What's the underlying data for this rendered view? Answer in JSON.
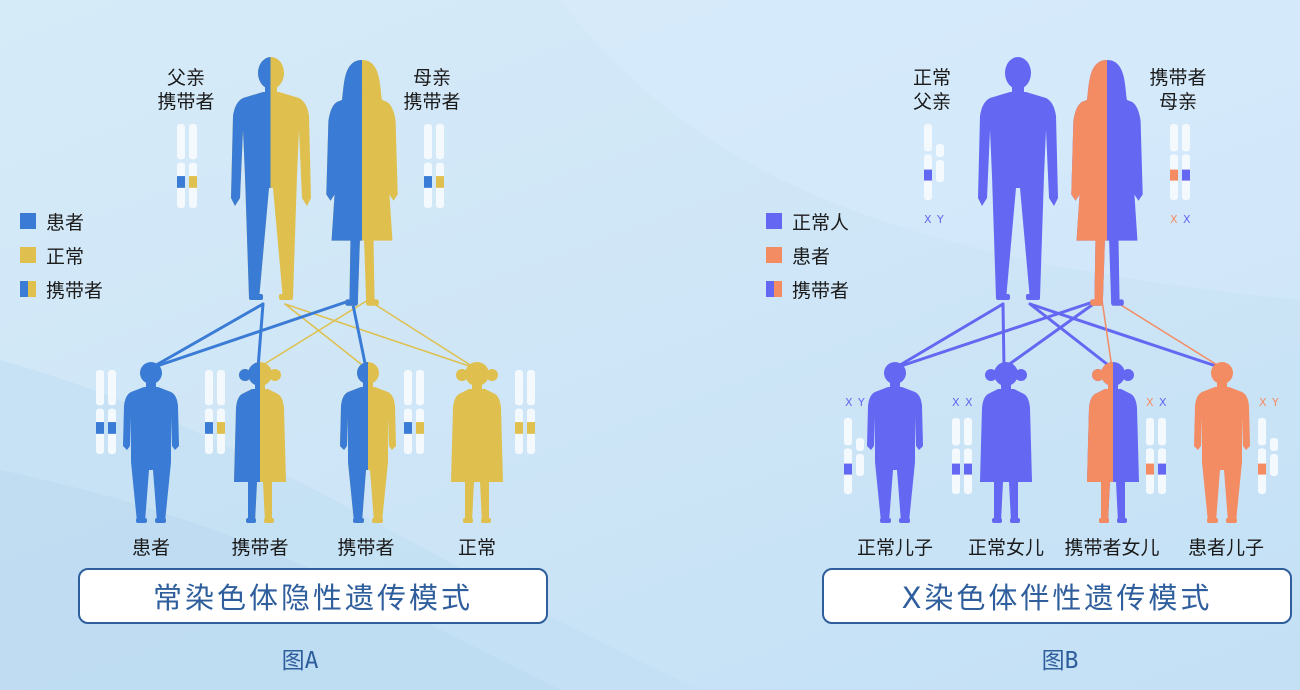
{
  "colors": {
    "affected_a": "#3a7bd5",
    "normal_a": "#dfc04f",
    "normal_b": "#6467f2",
    "affected_b": "#f48c63",
    "accent": "#2f5e9c"
  },
  "panel_a": {
    "father_label_1": "父亲",
    "father_label_2": "携带者",
    "mother_label_1": "母亲",
    "mother_label_2": "携带者",
    "legend": [
      {
        "label": "患者",
        "swatch": "affected"
      },
      {
        "label": "正常",
        "swatch": "normal"
      },
      {
        "label": "携带者",
        "swatch": "carrier"
      }
    ],
    "children": [
      {
        "label": "患者",
        "type": "boy",
        "fill": "affected"
      },
      {
        "label": "携带者",
        "type": "girl",
        "fill": "carrier"
      },
      {
        "label": "携带者",
        "type": "boy",
        "fill": "carrier"
      },
      {
        "label": "正常",
        "type": "girl",
        "fill": "normal"
      }
    ],
    "title": "常染色体隐性遗传模式",
    "fig_label": "图A"
  },
  "panel_b": {
    "father_label_1": "正常",
    "father_label_2": "父亲",
    "mother_label_1": "携带者",
    "mother_label_2": "母亲",
    "chrom_x": "X",
    "chrom_y": "Y",
    "legend": [
      {
        "label": "正常人",
        "swatch": "normal"
      },
      {
        "label": "患者",
        "swatch": "affected"
      },
      {
        "label": "携带者",
        "swatch": "carrier"
      }
    ],
    "children": [
      {
        "label": "正常儿子",
        "type": "boy",
        "fill": "normal"
      },
      {
        "label": "正常女儿",
        "type": "girl",
        "fill": "normal"
      },
      {
        "label": "携带者女儿",
        "type": "girl",
        "fill": "carrier"
      },
      {
        "label": "患者儿子",
        "type": "boy",
        "fill": "affected"
      }
    ],
    "title": "X染色体伴性遗传模式",
    "fig_label": "图B"
  }
}
